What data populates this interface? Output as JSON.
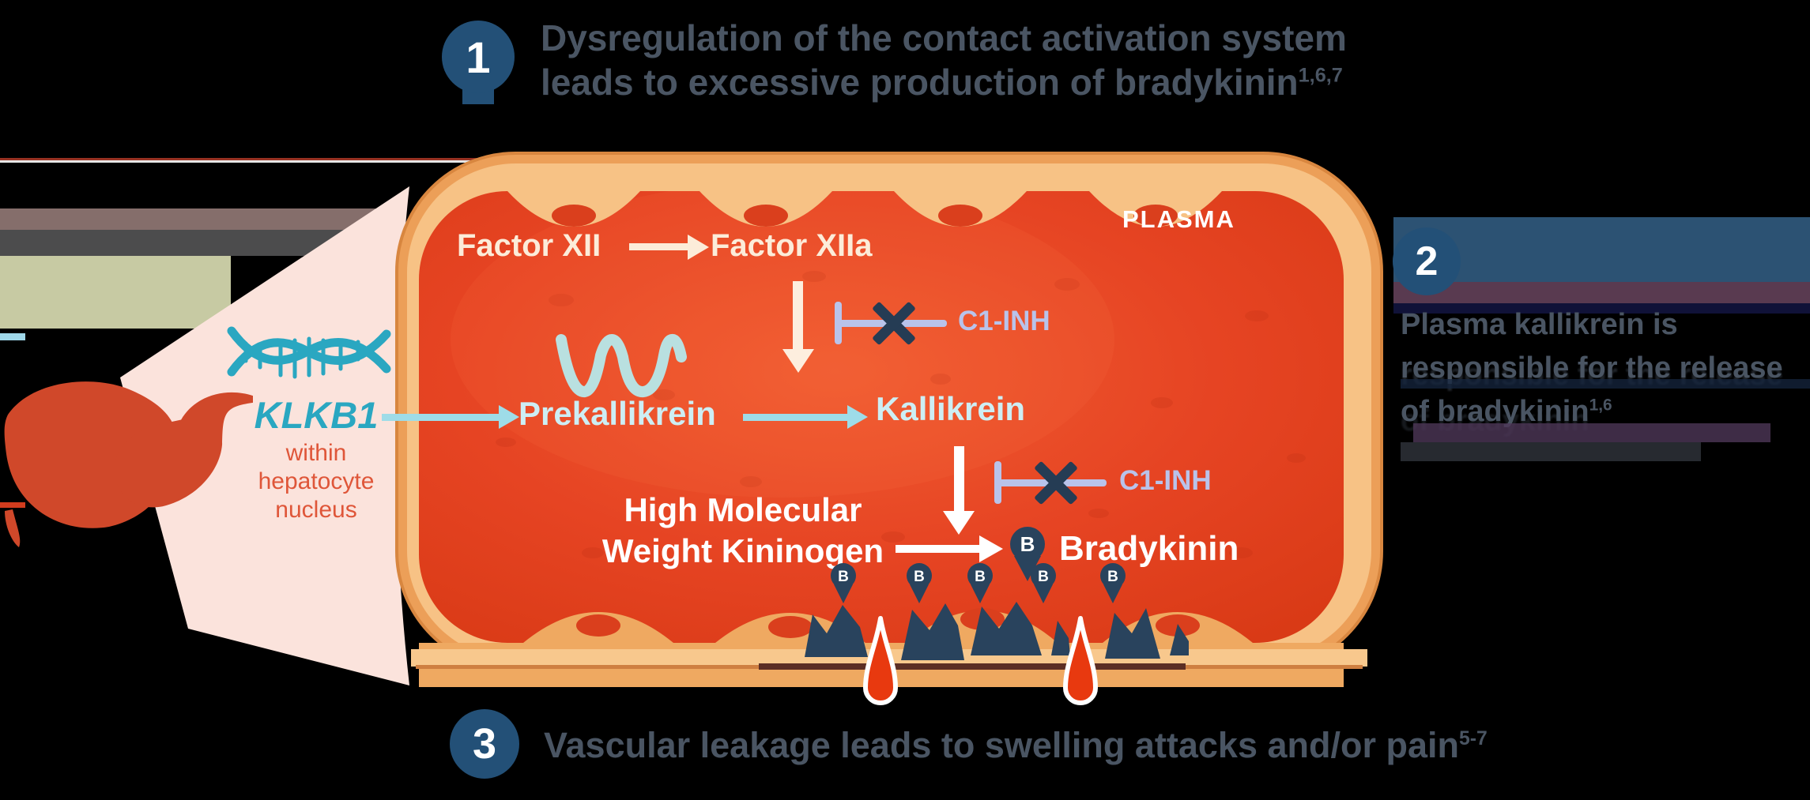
{
  "step1": {
    "number": "1",
    "line1": "Dysregulation of the contact activation system",
    "line2": "leads to excessive production of bradykinin",
    "refs": "1,6,7"
  },
  "step2": {
    "number": "2",
    "line1": "Plasma kallikrein is",
    "line2": "responsible for the release",
    "line3": "of bradykinin",
    "refs": "1,6"
  },
  "step3": {
    "number": "3",
    "text": "Vascular leakage leads to swelling attacks and/or pain",
    "refs": "5-7"
  },
  "vessel": {
    "plasma_label": "PLASMA",
    "factor_xii": "Factor XII",
    "factor_xiia": "Factor XIIa",
    "prekallikrein": "Prekallikrein",
    "kallikrein": "Kallikrein",
    "c1_inh": "C1-INH",
    "hmwk_line1": "High Molecular",
    "hmwk_line2": "Weight Kininogen",
    "bradykinin": "Bradykinin",
    "b_marker": "B"
  },
  "liver": {
    "gene": "KLKB1",
    "caption_line1": "within",
    "caption_line2": "hepatocyte",
    "caption_line3": "nucleus"
  },
  "icons": {
    "dna": "dna-helix-icon",
    "liver": "liver-icon",
    "protein_squiggle": "protein-squiggle-icon",
    "bradykinin_pin": "bradykinin-pin-icon",
    "inhibitor": "inhibitor-block-icon",
    "droplet": "leak-droplet-icon",
    "receptor": "receptor-fragments-icon"
  },
  "colors": {
    "background": "#000000",
    "step_circle": "#235077",
    "step_text": "#4a5563",
    "vessel_wall": "#ec9f58",
    "vessel_wall_light": "#f7c285",
    "vessel_interior": "#e64423",
    "cream": "#fcecd9",
    "light_blue": "#9edce8",
    "periwinkle": "#b9c3ea",
    "navy": "#253c54",
    "teal": "#2aa7c1",
    "liver_red": "#d0482a",
    "funnel_pink": "#fbe3dc",
    "droplet_red": "#e8390f",
    "caption_red": "#df5639"
  }
}
